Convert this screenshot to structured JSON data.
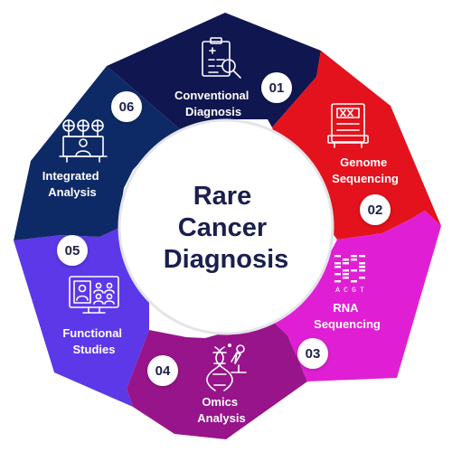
{
  "title": {
    "lines": [
      "Rare",
      "Cancer",
      "Diagnosis"
    ]
  },
  "segments": [
    {
      "id": "conventional",
      "number": "01",
      "label": [
        "Conventional",
        "Diagnosis"
      ],
      "color": "#101650",
      "icon": "clipboard-magnifier-icon"
    },
    {
      "id": "genome",
      "number": "02",
      "label": [
        "Genome",
        "Sequencing"
      ],
      "color": "#e3121c",
      "icon": "sequencer-machine-icon"
    },
    {
      "id": "rna",
      "number": "03",
      "label": [
        "RNA",
        "Sequencing"
      ],
      "color": "#e01fd4",
      "icon": "sequencing-gel-icon"
    },
    {
      "id": "omics",
      "number": "04",
      "label": [
        "Omics",
        "Analysis"
      ],
      "color": "#98148a",
      "icon": "dna-microscope-icon"
    },
    {
      "id": "functional",
      "number": "05",
      "label": [
        "Functional",
        "Studies"
      ],
      "color": "#5c38e8",
      "icon": "video-conference-icon"
    },
    {
      "id": "integrated",
      "number": "06",
      "label": [
        "Integrated",
        "Analysis"
      ],
      "color": "#0e2a66",
      "icon": "team-network-icon"
    }
  ],
  "rna_letters": [
    "A",
    "C",
    "G",
    "T"
  ]
}
